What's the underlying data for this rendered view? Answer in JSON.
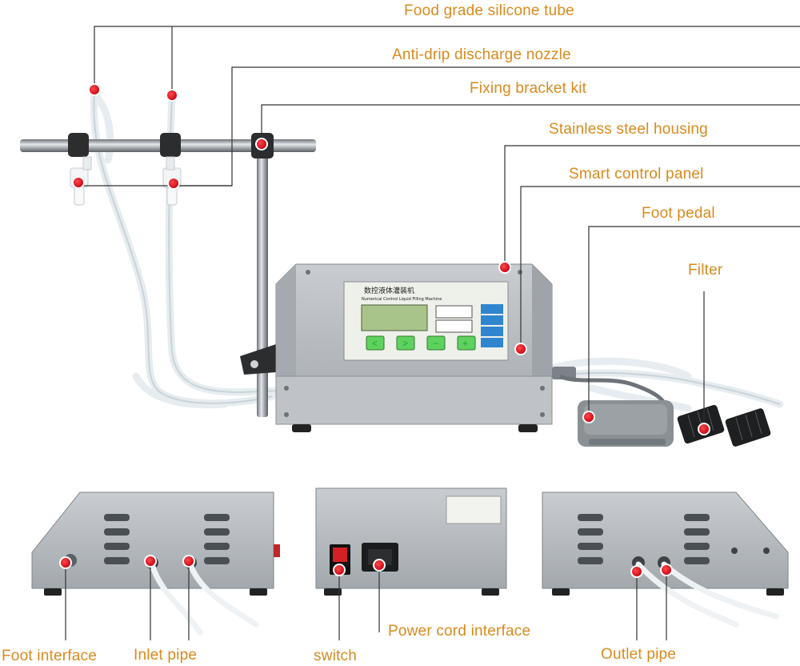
{
  "labels": {
    "silicone_tube": "Food grade silicone tube",
    "nozzle": "Anti-drip discharge nozzle",
    "bracket": "Fixing bracket kit",
    "housing": "Stainless steel housing",
    "control_panel": "Smart control panel",
    "foot_pedal": "Foot pedal",
    "filter": "Filter",
    "foot_interface": "Foot interface",
    "inlet_pipe": "Inlet pipe",
    "switch": "switch",
    "power_cord": "Power cord interface",
    "outlet_pipe": "Outlet pipe"
  },
  "machine_panel": {
    "title_cn": "数控液体灌装机",
    "title_en": "Numerical Control Liquid Filling Machine",
    "buttons": [
      "<",
      ">",
      "−",
      "+"
    ]
  },
  "colors": {
    "label_text": "#d98a1e",
    "leader_line": "#333333",
    "marker": "#e0101a",
    "steel": "#b8bcc0",
    "panel_face": "#eef0ea",
    "lcd": "#a9c48a",
    "panel_button": "#5fd15f",
    "pedal": "#8a9094"
  }
}
